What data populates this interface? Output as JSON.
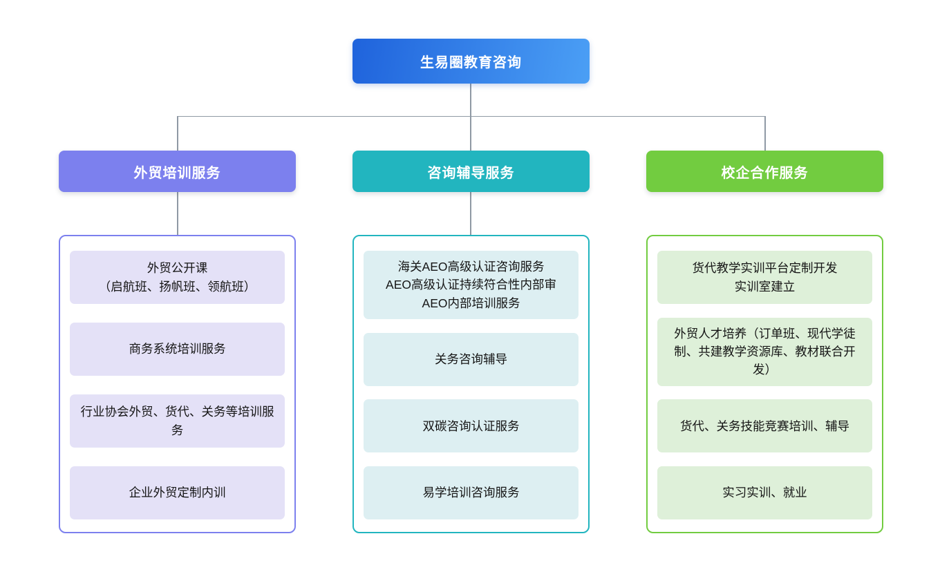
{
  "root": {
    "title": "生易圈教育咨询",
    "gradient_start": "#1f63dc",
    "gradient_end": "#4b9ff5",
    "text_color": "#ffffff"
  },
  "connector_color": "#8f99a4",
  "branches": [
    {
      "title": "外贸培训服务",
      "accent_color": "#7c80ee",
      "item_bg_color": "#e4e1f7",
      "items": [
        {
          "lines": [
            "外贸公开课",
            "（启航班、扬帆班、领航班）"
          ]
        },
        {
          "lines": [
            "商务系统培训服务"
          ]
        },
        {
          "lines": [
            "行业协会外贸、货代、关务等培训服务"
          ]
        },
        {
          "lines": [
            "企业外贸定制内训"
          ]
        }
      ]
    },
    {
      "title": "咨询辅导服务",
      "accent_color": "#22b5bf",
      "item_bg_color": "#ddeff2",
      "items": [
        {
          "lines": [
            "海关AEO高级认证咨询服务",
            "AEO高级认证持续符合性内部审",
            "AEO内部培训服务"
          ]
        },
        {
          "lines": [
            "关务咨询辅导"
          ]
        },
        {
          "lines": [
            "双碳咨询认证服务"
          ]
        },
        {
          "lines": [
            "易学培训咨询服务"
          ]
        }
      ]
    },
    {
      "title": "校企合作服务",
      "accent_color": "#72cc40",
      "item_bg_color": "#def0d9",
      "items": [
        {
          "lines": [
            "货代教学实训平台定制开发",
            "实训室建立"
          ]
        },
        {
          "lines": [
            "外贸人才培养（订单班、现代学徒制、共建教学资源库、教材联合开发）"
          ]
        },
        {
          "lines": [
            "货代、关务技能竞赛培训、辅导"
          ]
        },
        {
          "lines": [
            "实习实训、就业"
          ]
        }
      ]
    }
  ]
}
